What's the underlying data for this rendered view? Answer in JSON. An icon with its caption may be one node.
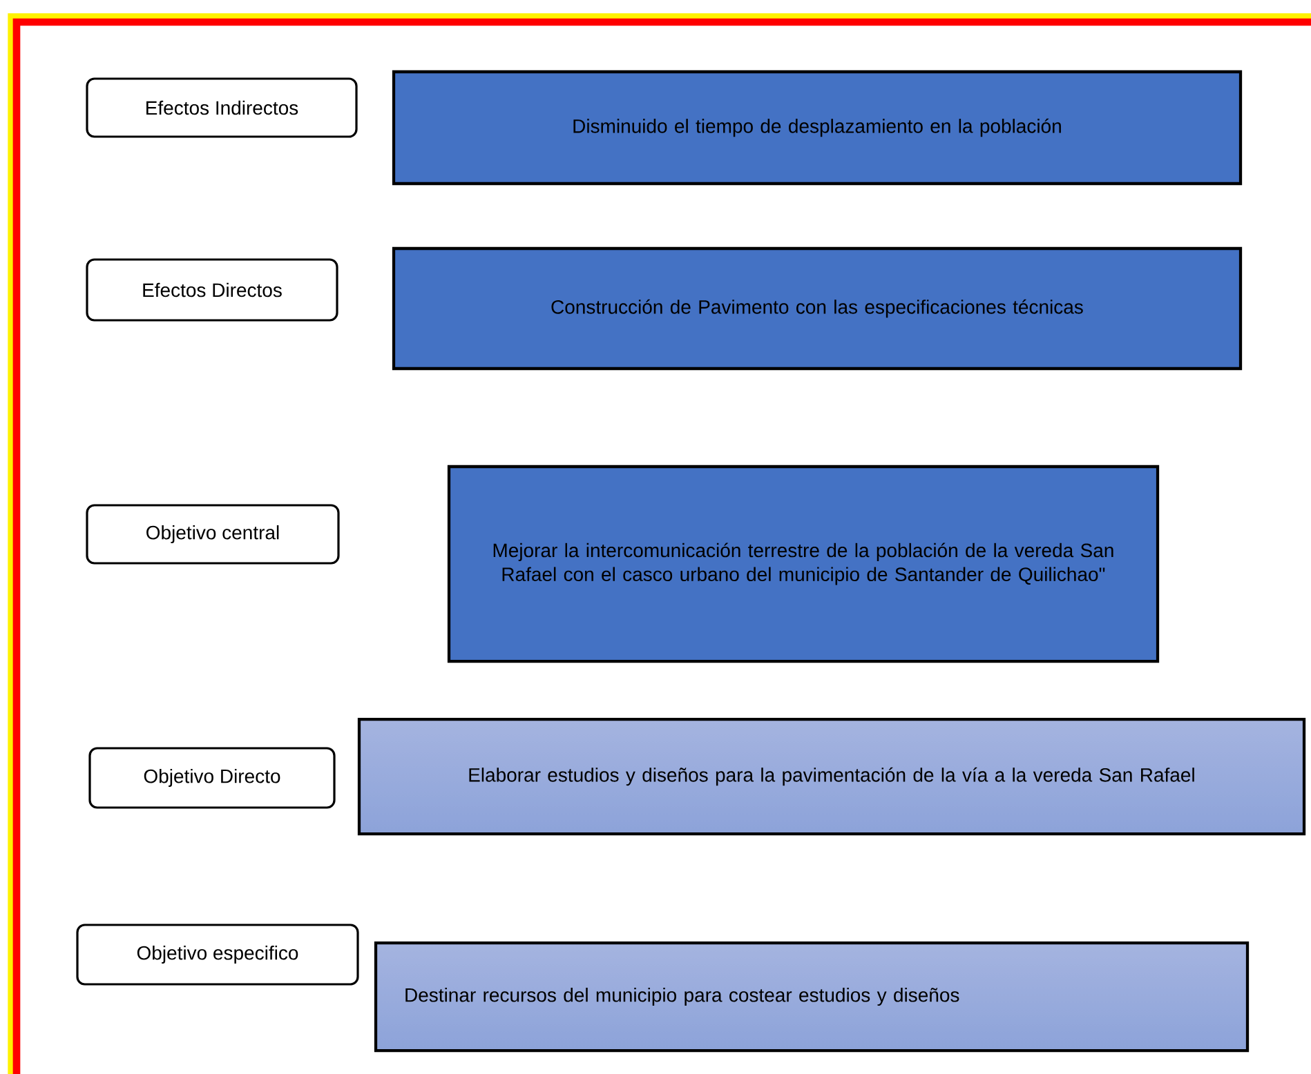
{
  "diagram": {
    "nodes": [
      {
        "text": [
          "Efectos Indirectos"
        ]
      },
      {
        "text": [
          "Disminuido el tiempo de desplazamiento en la población"
        ]
      },
      {
        "text": [
          "Efectos Directos"
        ]
      },
      {
        "text": [
          "Construcción de Pavimento con las especificaciones técnicas"
        ]
      },
      {
        "text": [
          "Objetivo central"
        ]
      },
      {
        "text": [
          "Mejorar la intercomunicación terrestre de la población de la vereda San Rafael con el casco urbano del municipio de Santander de Quilichao\""
        ]
      },
      {
        "text": [
          "Objetivo Directo"
        ]
      },
      {
        "text": [
          "Elaborar estudios y diseños para la pavimentación de la vía a la vereda San Rafael"
        ]
      },
      {
        "text": [
          "Objetivo especifico"
        ]
      },
      {
        "text": [
          "Destinar recursos del municipio para costear estudios y diseños"
        ]
      }
    ]
  }
}
